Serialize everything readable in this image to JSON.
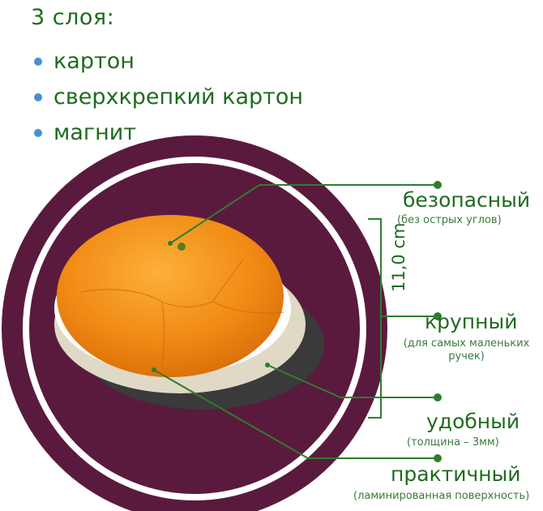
{
  "heading": "3 слоя:",
  "layers": [
    "картон",
    "сверхкрепкий картон",
    "магнит"
  ],
  "dimension": "11,0 cm",
  "features": [
    {
      "title": "безопасный",
      "sub": "(без острых углов)"
    },
    {
      "title": "крупный",
      "sub": "(для самых маленьких ручек)"
    },
    {
      "title": "удобный",
      "sub": "(толщина – 3мм)"
    },
    {
      "title": "практичный",
      "sub": "(ламинированная поверхность)"
    }
  ],
  "colors": {
    "accent_green": "#1f6b1f",
    "bullet_blue": "#4a8fd6",
    "ring_purple": "#5a1a3e",
    "orange": "#f39a1e"
  }
}
